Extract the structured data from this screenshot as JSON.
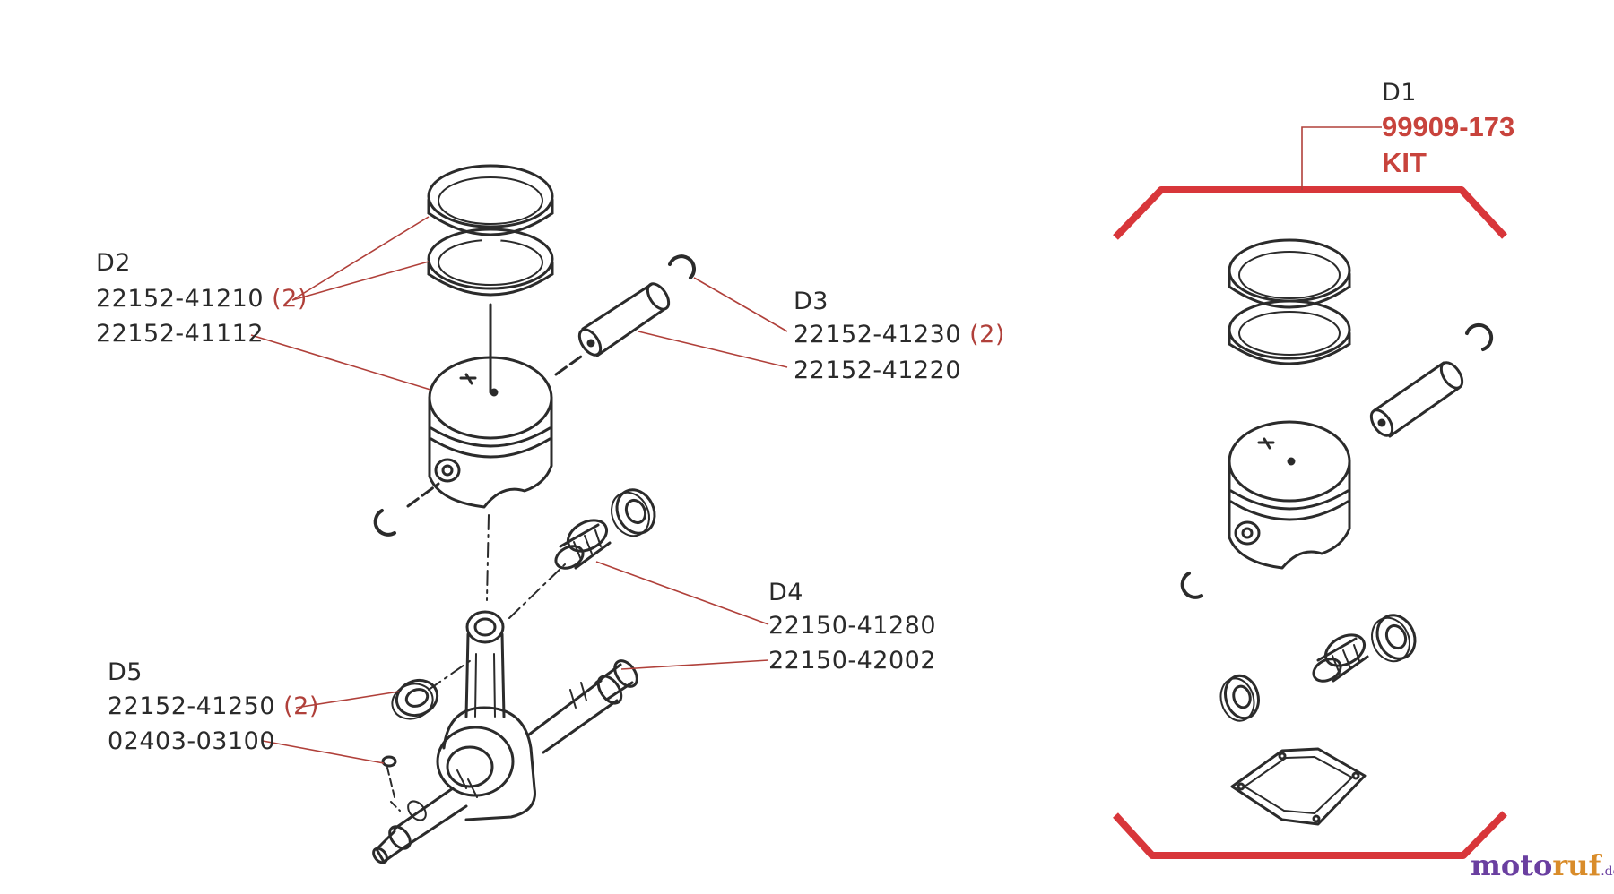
{
  "diagram": {
    "groups": {
      "d2": {
        "id": "D2",
        "parts": [
          {
            "number": "22152-41210",
            "qty": "(2)"
          },
          {
            "number": "22152-41112",
            "qty": ""
          }
        ]
      },
      "d3": {
        "id": "D3",
        "parts": [
          {
            "number": "22152-41230",
            "qty": "(2)"
          },
          {
            "number": "22152-41220",
            "qty": ""
          }
        ]
      },
      "d4": {
        "id": "D4",
        "parts": [
          {
            "number": "22150-41280",
            "qty": ""
          },
          {
            "number": "22150-42002",
            "qty": ""
          }
        ]
      },
      "d5": {
        "id": "D5",
        "parts": [
          {
            "number": "22152-41250",
            "qty": "(2)"
          },
          {
            "number": "02403-03100",
            "qty": ""
          }
        ]
      },
      "d1": {
        "id": "D1",
        "part_number": "99909-173",
        "name": "KIT"
      }
    },
    "colors": {
      "leader": "#b0403a",
      "kit_bracket": "#d8363a",
      "kit_text": "#c8433c",
      "line_art": "#2b2b2b"
    }
  },
  "watermark": {
    "part1": "moto",
    "part2": "ruf",
    "suffix": ".de"
  }
}
